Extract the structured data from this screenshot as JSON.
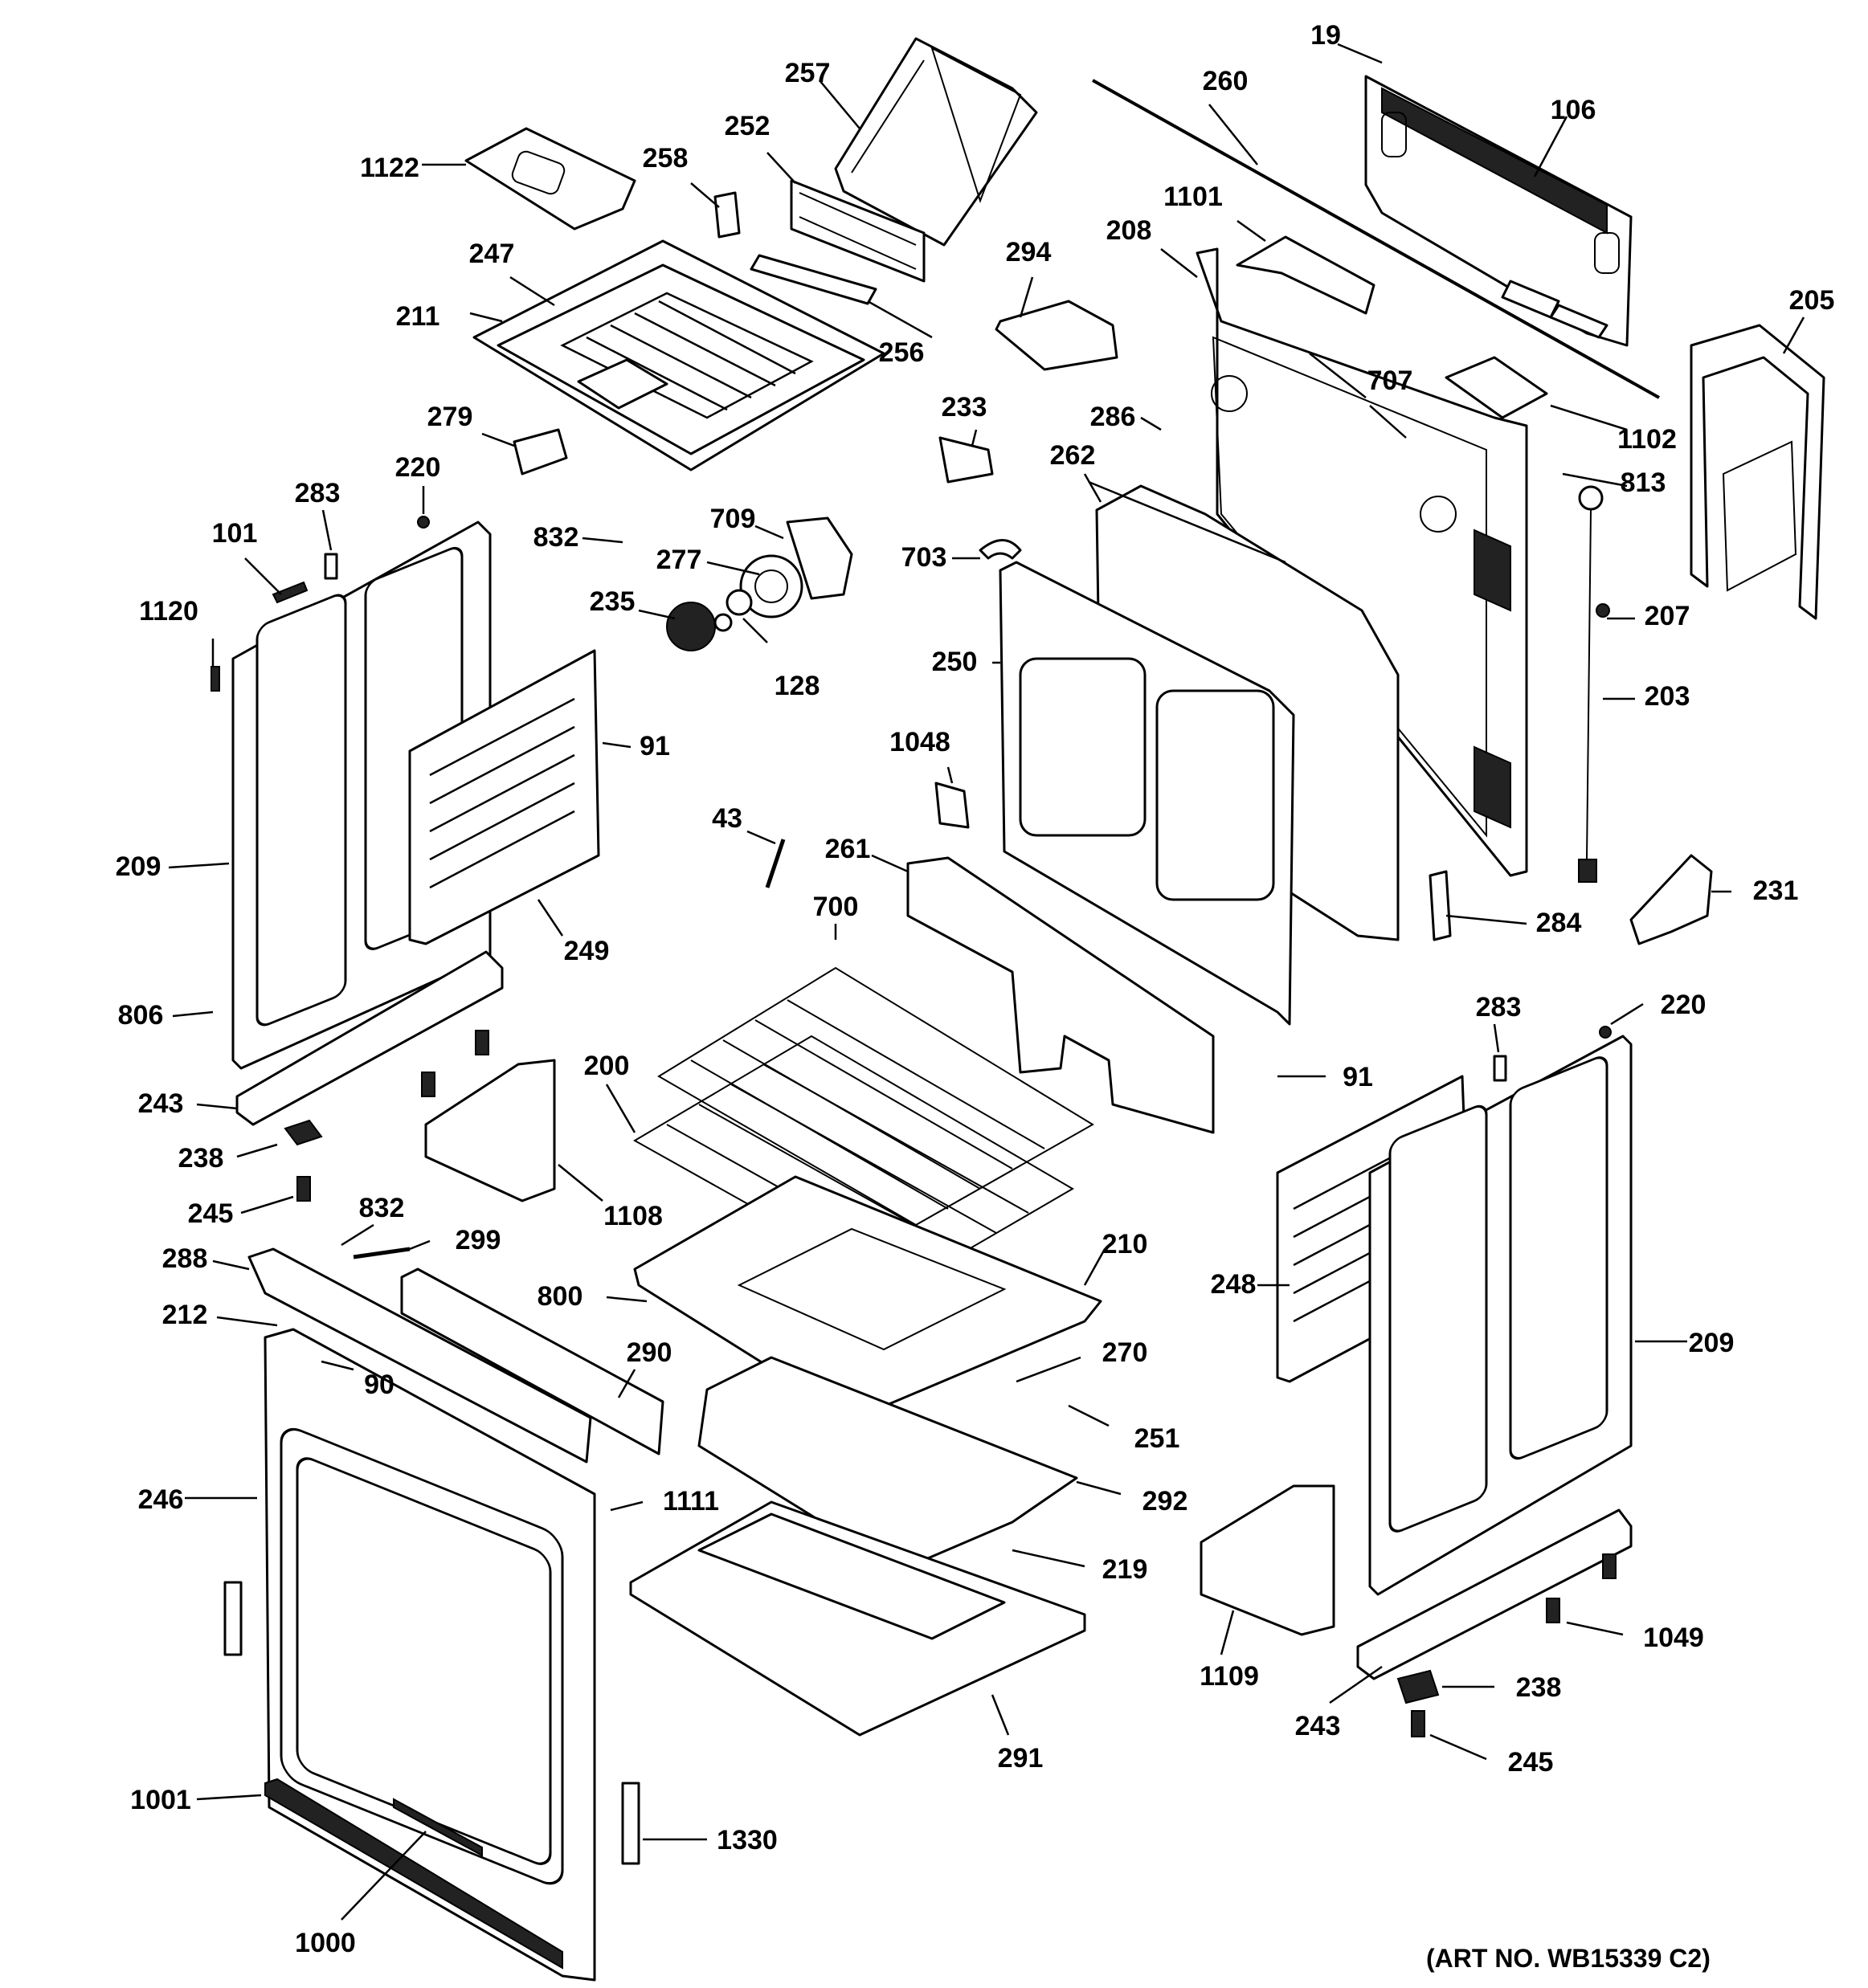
{
  "art_number": "(ART NO. WB15339 C2)",
  "callouts": {
    "c19": "19",
    "c106": "106",
    "c260": "260",
    "c257": "257",
    "c252": "252",
    "c1122": "1122",
    "c258": "258",
    "c247": "247",
    "c211": "211",
    "c256": "256",
    "c294": "294",
    "c208": "208",
    "c1101": "1101",
    "c205": "205",
    "c707": "707",
    "c1102": "1102",
    "c233": "233",
    "c286": "286",
    "c279": "279",
    "c262": "262",
    "c813": "813",
    "c220a": "220",
    "c283a": "283",
    "c101": "101",
    "c832a": "832",
    "c709": "709",
    "c277": "277",
    "c703": "703",
    "c1120": "1120",
    "c235": "235",
    "c207": "207",
    "c250": "250",
    "c128": "128",
    "c203": "203",
    "c91a": "91",
    "c1048": "1048",
    "c209a": "209",
    "c43": "43",
    "c261": "261",
    "c231": "231",
    "c700": "700",
    "c249": "249",
    "c284": "284",
    "c806": "806",
    "c283b": "283",
    "c220b": "220",
    "c200": "200",
    "c91b": "91",
    "c243a": "243",
    "c238a": "238",
    "c245a": "245",
    "c1108": "1108",
    "c832b": "832",
    "c299": "299",
    "c210": "210",
    "c248": "248",
    "c288": "288",
    "c800": "800",
    "c212": "212",
    "c290": "290",
    "c209b": "209",
    "c270": "270",
    "c90": "90",
    "c251": "251",
    "c246": "246",
    "c1111": "1111",
    "c292": "292",
    "c219": "219",
    "c1049": "1049",
    "c1109": "1109",
    "c238b": "238",
    "c243b": "243",
    "c245b": "245",
    "c291": "291",
    "c1001": "1001",
    "c1330": "1330",
    "c1000": "1000"
  }
}
